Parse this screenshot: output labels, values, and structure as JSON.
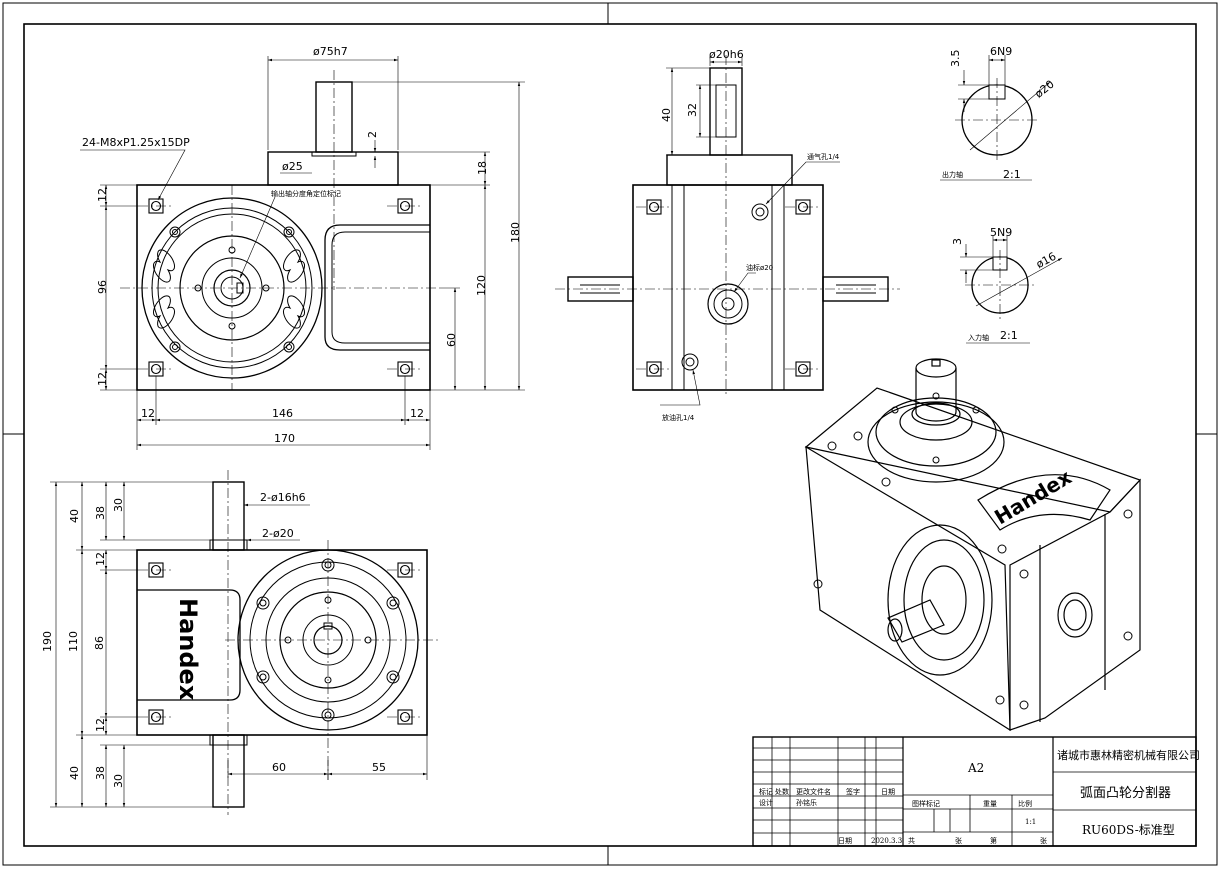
{
  "drawing": {
    "front_view": {
      "dims": {
        "d_top": "ø75h7",
        "hole_callout": "24-M8xP1.25x15DP",
        "d_step": "2",
        "d_pilot": "ø25",
        "h_18": "18",
        "h_180": "180",
        "h_120": "120",
        "h_60": "60",
        "v_12a": "12",
        "v_96": "96",
        "v_12b": "12",
        "w_12a": "12",
        "w_146": "146",
        "w_12b": "12",
        "w_170": "170"
      },
      "note": "输出轴分度角定位标记"
    },
    "side_view": {
      "dims": {
        "d_shaft": "ø20h6",
        "h_40": "40",
        "h_32": "32",
        "vent": "通气孔1/4",
        "oil_fill": "油标ø20",
        "drain": "放油孔1/4"
      }
    },
    "keyway_details": {
      "output": {
        "d": "ø20",
        "key": "6N9",
        "depth": "3.5",
        "label": "出力轴",
        "scale": "2:1"
      },
      "input": {
        "d": "ø16",
        "key": "5N9",
        "depth": "3",
        "label": "入力轴",
        "scale": "2:1"
      }
    },
    "bottom_view": {
      "dims": {
        "v_40a": "40",
        "v_38a": "38",
        "v_30a": "30",
        "shaft_callout": "2-ø16h6",
        "hub_callout": "2-ø20",
        "v_190": "190",
        "v_110": "110",
        "v_86": "86",
        "v_12a": "12",
        "v_12b": "12",
        "v_40b": "40",
        "v_38b": "38",
        "v_30b": "30",
        "h_60": "60",
        "h_55": "55"
      },
      "brand": "Handex"
    },
    "iso_brand": "Handex"
  },
  "title_block": {
    "sheet_size": "A2",
    "company": "诸城市惠林精密机械有限公司",
    "part_name": "弧面凸轮分割器",
    "model": "RU60DS-标准型",
    "rev_headers": [
      "标记",
      "处数",
      "更改文件名",
      "签字",
      "日期"
    ],
    "designer_label": "设计",
    "designer": "孙铭乐",
    "date_label": "日期",
    "date": "2020.3.3",
    "stage_label": "图样标记",
    "weight_label": "重量",
    "scale_label": "比例",
    "scale": "1:1",
    "total_label": "共",
    "sheets_label": "张",
    "page_label": "第",
    "page_sheets_label": "张"
  }
}
